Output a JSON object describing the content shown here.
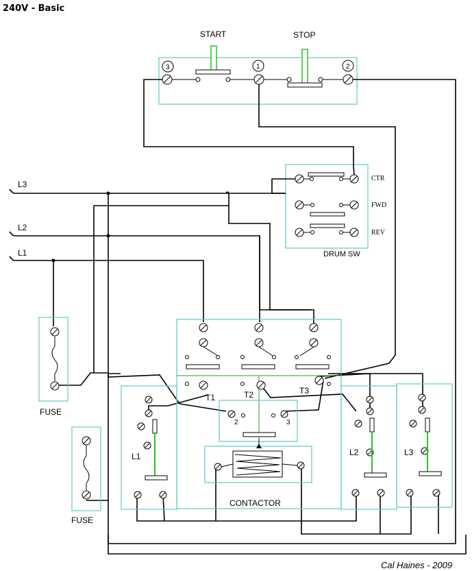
{
  "title": "240V - Basic",
  "credit": "Cal Haines - 2009",
  "labels": {
    "start": "START",
    "stop": "STOP",
    "l3": "L3",
    "l2": "L2",
    "l1": "L1",
    "ctr": "CTR",
    "fwd": "FWD",
    "rev": "REV",
    "drum_sw": "DRUM SW",
    "fuse_top": "FUSE",
    "fuse_bottom": "FUSE",
    "t1": "T1",
    "t2": "T2",
    "t3": "T3",
    "contactor": "CONTACTOR",
    "ol_l1": "L1",
    "ol_l2": "L2",
    "ol_l3": "L3"
  },
  "terminal_numbers": {
    "station_3": "3",
    "station_1": "1",
    "station_2": "2",
    "aux_2": "2",
    "aux_3": "3"
  },
  "colors": {
    "box": "#5ec8c8",
    "actuator": "#29c229",
    "wire": "#000000"
  }
}
